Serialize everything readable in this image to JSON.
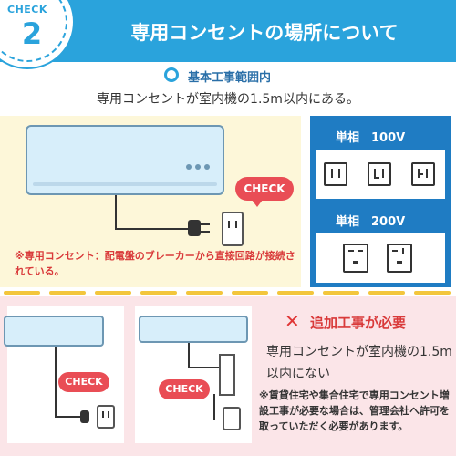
{
  "header": {
    "badge_label": "CHECK",
    "badge_number": "2",
    "title": "専用コンセントの場所について"
  },
  "basic_scope": {
    "title": "基本工事範囲内",
    "description": "専用コンセントが室内機の1.5m以内にある。"
  },
  "top_panel": {
    "check_label": "CHECK",
    "note": "※専用コンセント：配電盤のブレーカーから直接回路が接続されている。"
  },
  "outlet_table": {
    "row1_label": "単相　100V",
    "row2_label": "単相　200V"
  },
  "additional_work": {
    "title": "追加工事が必要",
    "description": "専用コンセントが室内機の1.5m以内にない",
    "note": "※賃貸住宅や集合住宅で専用コンセント増設工事が必要な場合は、管理会社へ許可を取っていただく必要があります。",
    "check_label_1": "CHECK",
    "check_label_2": "CHECK"
  },
  "colors": {
    "header_blue": "#2aa3dc",
    "table_blue": "#1f7cc3",
    "check_red": "#e94d55",
    "panel_yellow": "#fdf7d9",
    "panel_pink": "#fbe5e8",
    "dash_yellow": "#f3c63c"
  }
}
